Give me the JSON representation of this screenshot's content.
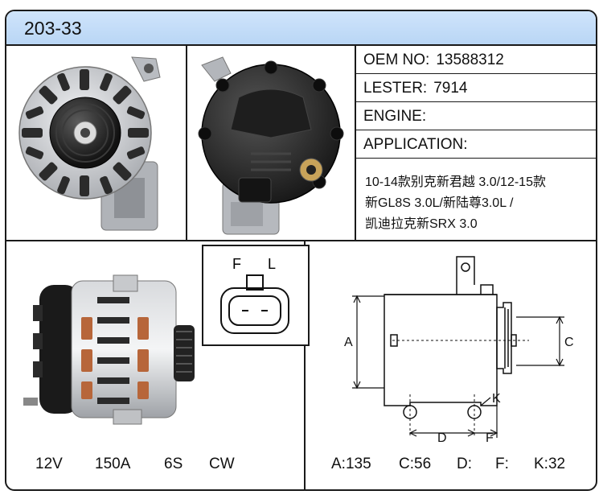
{
  "header": {
    "code": "203-33"
  },
  "specs": {
    "oem_label": "OEM NO:",
    "oem_value": "13588312",
    "lester_label": "LESTER:",
    "lester_value": "7914",
    "engine_label": "ENGINE:",
    "engine_value": "",
    "application_label": "APPLICATION:"
  },
  "application_lines": [
    "10-14款别克新君越 3.0/12-15款",
    "新GL8S  3.0L/新陆尊3.0L /",
    "凯迪拉克新SRX  3.0"
  ],
  "connector": {
    "left_pin": "F",
    "right_pin": "L"
  },
  "electrical": {
    "voltage": "12V",
    "current": "150A",
    "pulley": "6S",
    "rotation": "CW"
  },
  "dimensions": {
    "a_label": "A",
    "c_label": "C",
    "d_label": "D",
    "f_label": "F",
    "k_label": "K",
    "a": "A:135",
    "c": "C:56",
    "d": "D:",
    "f": "F:",
    "k": "K:32"
  },
  "colors": {
    "header_bg": "#c4ddf8",
    "border": "#1a1a1a",
    "housing": "#c9cbcf",
    "copper": "#b7663a"
  }
}
